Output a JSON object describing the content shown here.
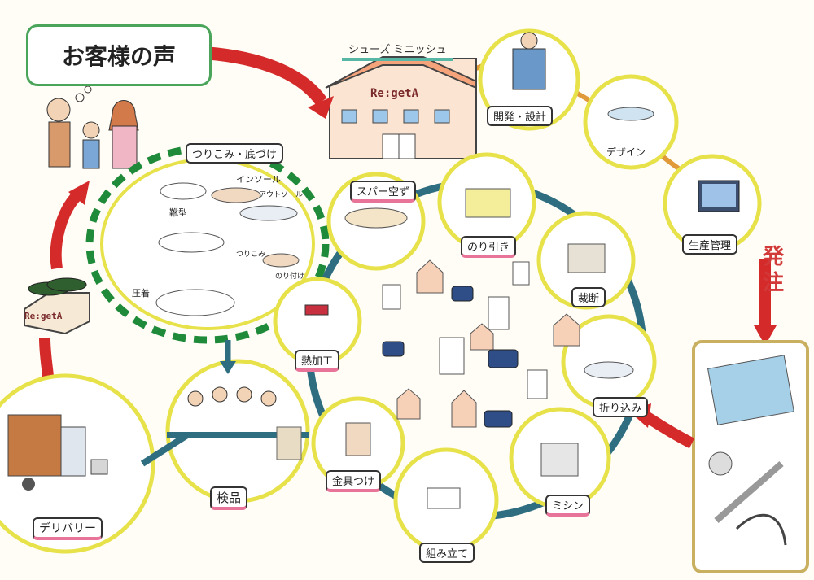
{
  "header": {
    "customer_voice": "お客様の声",
    "shop_sign": "シューズ ミニッシュ",
    "building_brand": "Re:getA",
    "box_brand": "Re:getA"
  },
  "order_label": "発注",
  "process_stations": {
    "development": "開発・設計",
    "design": "デザイン",
    "production": "生産管理",
    "cutting": "裁断",
    "folding": "折り込み",
    "sewing": "ミシン",
    "assembly": "組み立て",
    "fittings": "金具つけ",
    "heat": "熱加工",
    "skiving": "スパー空ず",
    "gluing": "のり引き"
  },
  "lasting": {
    "title": "つりこみ・底づけ",
    "shoe_last": "靴型",
    "insole": "インソール",
    "outsole": "アウトソール",
    "lasting": "つりこみ",
    "glue": "のり付け",
    "press": "圧着"
  },
  "final_steps": {
    "inspection": "検品",
    "delivery": "デリバリー"
  },
  "colors": {
    "red_arrow": "#d42a2a",
    "teal_ring": "#2e6e80",
    "yellow_circle": "#e7e14a",
    "green_dash": "#1f8a3a",
    "voice_border": "#4aa55a"
  }
}
